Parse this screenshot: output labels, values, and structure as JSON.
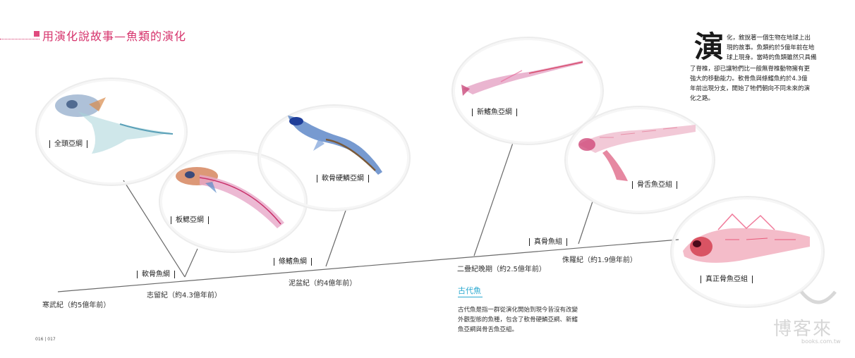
{
  "header": {
    "title": "用演化說故事—魚類的演化"
  },
  "intro": {
    "drop_cap": "演",
    "lines": [
      "化，敘說著一個生物在地球上出",
      "現的故事。魚類約於5億年前在地",
      "球上現身。當時的魚類雖然只具備",
      "了脊椎，卻已讓牠們比一般無脊椎動物擁有更",
      "強大的移動能力。軟骨魚與條鰭魚約於4.3億",
      "年前出現分支，開始了牠們朝向不同未來的演",
      "化之路。"
    ]
  },
  "species": [
    {
      "label": "全頭亞綱",
      "icon": "chimaera-icon"
    },
    {
      "label": "板鰓亞綱",
      "icon": "shark-icon"
    },
    {
      "label": "軟骨硬鱗亞綱",
      "icon": "sturgeon-icon"
    },
    {
      "label": "新鰭魚亞綱",
      "icon": "gar-icon"
    },
    {
      "label": "骨舌魚亞組",
      "icon": "arowana-icon"
    },
    {
      "label": "真正骨魚亞組",
      "icon": "perch-icon"
    }
  ],
  "branches": {
    "cartilaginous": "軟骨魚綱",
    "ray_finned": "條鰭魚綱",
    "teleost": "真骨魚組"
  },
  "periods": {
    "cambrian": "寒武紀（約5億年前）",
    "silurian": "志留紀（約4.3億年前）",
    "devonian": "泥盆紀（約4億年前）",
    "permian": "二疊紀晚期（約2.5億年前）",
    "jurassic": "侏羅紀（約1.9億年前）"
  },
  "note": {
    "title": "古代魚",
    "lines": [
      "古代魚是指一群從演化開始到現今皆沒有改變",
      "外觀型態的魚種，包含了軟骨硬鱗亞綱、新鰭",
      "魚亞綱與骨舌魚亞組。"
    ]
  },
  "page_numbers": {
    "left": "016",
    "right": "017"
  },
  "watermark": {
    "brand": "博客來",
    "url": "books.com.tw"
  },
  "colors": {
    "accent": "#d6336c",
    "note_accent": "#2aa9d0"
  }
}
